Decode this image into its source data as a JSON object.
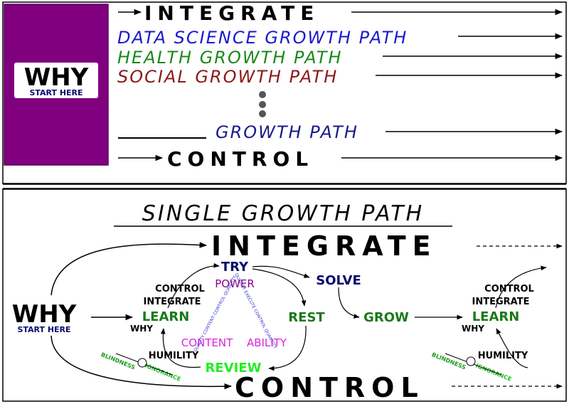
{
  "top": {
    "why": "WHY",
    "start_here": "START HERE",
    "integrate": "INTEGRATE",
    "paths": [
      {
        "label": "DATA SCIENCE GROWTH PATH",
        "color": "#1a1acd"
      },
      {
        "label": "HEALTH GROWTH PATH",
        "color": "#1a8a1a"
      },
      {
        "label": "SOCIAL GROWTH PATH",
        "color": "#8b1a1a"
      }
    ],
    "generic_path": "GROWTH PATH",
    "control": "CONTROL",
    "panel_color": "#800080"
  },
  "bottom": {
    "title": "SINGLE GROWTH PATH",
    "integrate": "INTEGRATE",
    "control": "CONTROL",
    "why": "WHY",
    "start_here": "START HERE",
    "try": "TRY",
    "solve": "SOLVE",
    "rest": "REST",
    "grow": "GROW",
    "review": "REVIEW",
    "power": "POWER",
    "content": "CONTENT",
    "ability": "ABILITY",
    "quality_quantity_left": "QUALITY CONTENT CONTROL QUANTITY",
    "quality_quantity_right": "QUALITY EXECUTE CONTROL QUANTITY",
    "cycles": [
      {
        "control": "CONTROL",
        "integrate": "INTEGRATE",
        "learn": "LEARN",
        "why": "WHY",
        "humility": "HUMILITY",
        "blindness": "BLINDNESS",
        "ignorance": "IGNORANCE"
      },
      {
        "control": "CONTROL",
        "integrate": "INTEGRATE",
        "learn": "LEARN",
        "why": "WHY",
        "humility": "HUMILITY",
        "blindness": "BLINDNESS",
        "ignorance": "IGNORANCE"
      }
    ]
  },
  "colors": {
    "navy": "#0a0a6e",
    "green": "#1a7a1a",
    "bright_green": "#22ee22",
    "magenta": "#dd22dd",
    "purple": "#880088",
    "blue_small": "#3333cc"
  }
}
